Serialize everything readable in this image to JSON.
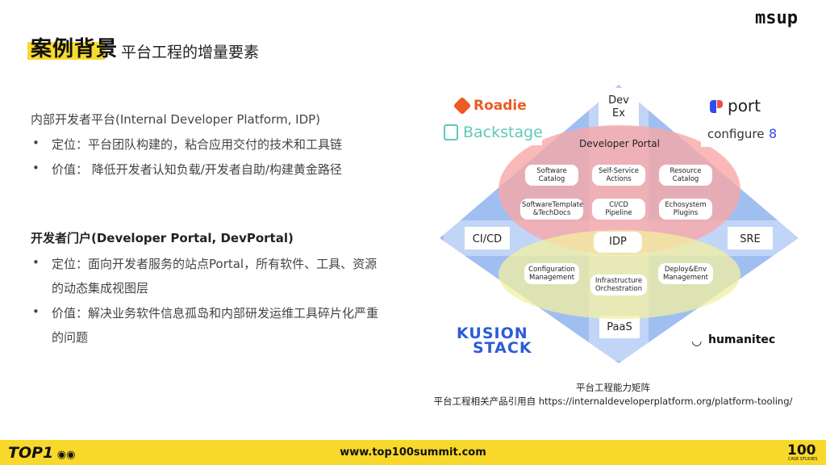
{
  "header": {
    "title": "案例背景",
    "subtitle": "平台工程的增量要素",
    "brand_logo": "msup"
  },
  "idp_section": {
    "heading": "内部开发者平台(Internal Developer Platform, IDP)",
    "bullets": [
      "定位：平台团队构建的，粘合应用交付的技术和工具链",
      "价值： 降低开发者认知负载/开发者自助/构建黄金路径"
    ]
  },
  "portal_section": {
    "heading": "开发者门户(Developer Portal, DevPortal)",
    "bullets": [
      "定位：面向开发者服务的站点Portal，所有软件、工具、资源",
      "的动态集成视图层",
      "价值：解决业务软件信息孤岛和内部研发运维工具碎片化严重",
      "的问题"
    ]
  },
  "diagram": {
    "top": "Dev\nEx",
    "left": "CI/CD",
    "right": "SRE",
    "bottom": "PaaS",
    "center": "IDP",
    "portal_label": "Developer Portal",
    "portal_items": [
      "Software\nCatalog",
      "Self-Service\nActions",
      "Resource\nCatalog",
      "SoftwareTemplate\n&TechDocs",
      "CI/CD\nPipeline",
      "Echosystem\nPlugins"
    ],
    "lower_items": [
      "Configuration\nManagement",
      "Infrastructure\nOrchestration",
      "Deploy&Env\nManagement"
    ],
    "brands": {
      "roadie": "Roadie",
      "backstage": "Backstage",
      "port": "port",
      "configure8": "configure",
      "configure8_suffix": "8",
      "kusion_line1": "KUSION",
      "kusion_line2": "STACK",
      "humanitec": "humanitec"
    },
    "colors": {
      "blue": "#8fb4ef",
      "red": "#f7a7a7",
      "yellow": "#f3efa0",
      "roadie": "#ef5a24",
      "backstage": "#5fc9b7",
      "port": "#2e4bf2",
      "kusion": "#2b5bd8"
    }
  },
  "caption": {
    "line1": "平台工程能力矩阵",
    "line2": "平台工程相关产品引用自 https://internaldeveloperplatform.org/platform-tooling/"
  },
  "footer": {
    "left_logo": "TOP1",
    "url": "www.top100summit.com",
    "right_logo": "100",
    "right_logo_sub": "CASE STUDIES"
  }
}
